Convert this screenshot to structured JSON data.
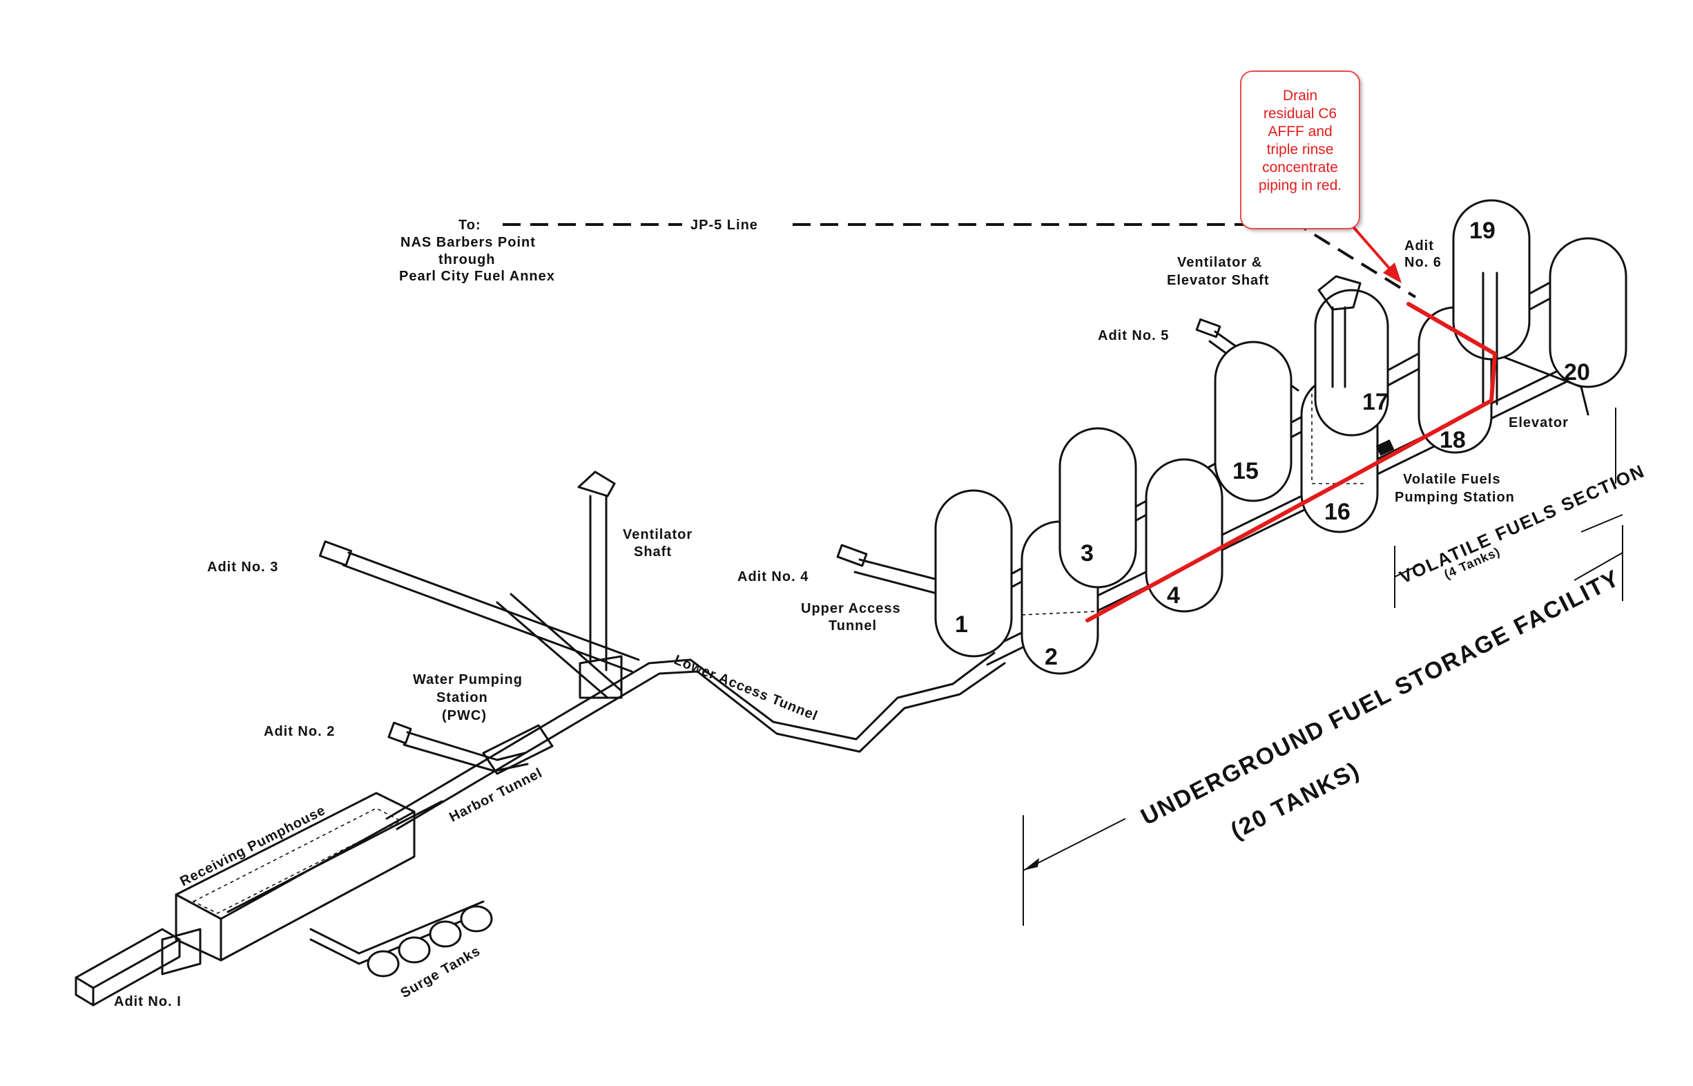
{
  "labels": {
    "to": "To:",
    "nas_line1": "NAS Barbers Point",
    "nas_line2": "through",
    "nas_line3": "Pearl City Fuel Annex",
    "jp5": "JP-5 Line",
    "adit1": "Adit No. I",
    "adit2": "Adit No. 2",
    "adit3": "Adit No. 3",
    "adit4": "Adit No. 4",
    "adit5": "Adit No. 5",
    "adit6_line1": "Adit",
    "adit6_line2": "No. 6",
    "vent_shaft_line1": "Ventilator",
    "vent_shaft_line2": "Shaft",
    "vent_elev_line1": "Ventilator &",
    "vent_elev_line2": "Elevator Shaft",
    "water_line1": "Water Pumping",
    "water_line2": "Station",
    "water_line3": "(PWC)",
    "upper_line1": "Upper Access",
    "upper_line2": "Tunnel",
    "lower_access": "Lower Access Tunnel",
    "harbor": "Harbor Tunnel",
    "receiving": "Receiving Pumphouse",
    "surge": "Surge Tanks",
    "elevator": "Elevator",
    "volatile_pump_line1": "Volatile Fuels",
    "volatile_pump_line2": "Pumping Station",
    "volatile_section": "VOLATILE FUELS SECTION",
    "volatile_count": "(4 Tanks)",
    "facility_line1": "UNDERGROUND FUEL STORAGE FACILITY",
    "facility_line2": "(20 TANKS)"
  },
  "tanks": [
    "1",
    "2",
    "3",
    "4",
    "15",
    "16",
    "17",
    "18",
    "19",
    "20"
  ],
  "callout": {
    "text": "Drain\nresidual C6\nAFFF and\ntriple rinse\nconcentrate\npiping in red."
  },
  "colors": {
    "ink": "#111111",
    "highlight": "#e31b1b",
    "callout_border": "#e84a4a"
  }
}
